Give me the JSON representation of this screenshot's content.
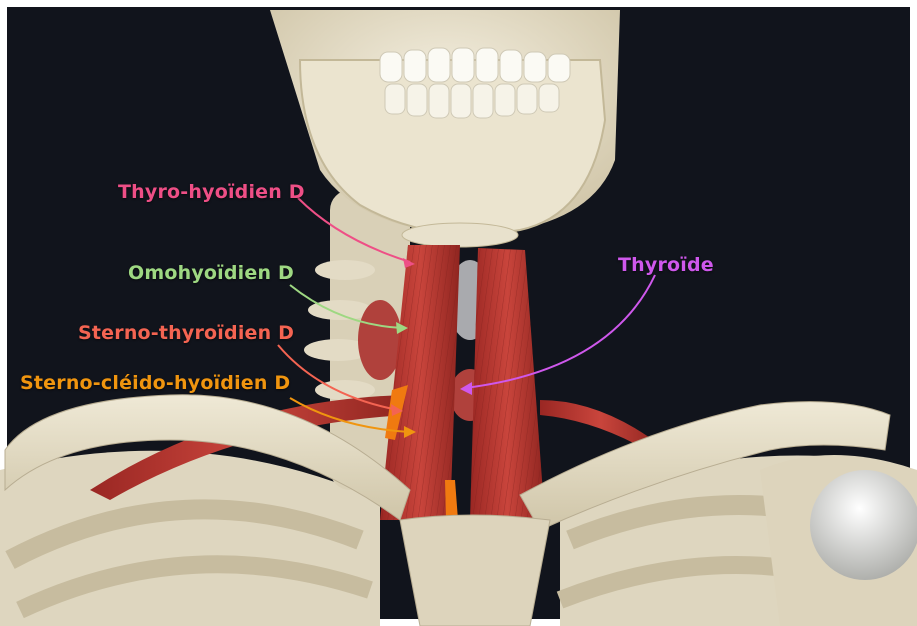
{
  "labels": {
    "thyro_hyoid": {
      "text": "Thyro-hyoïdien D",
      "color": "#ee4f86"
    },
    "omohyoid": {
      "text": "Omohyoïdien D",
      "color": "#9ed882"
    },
    "sternothyroid": {
      "text": "Sterno-thyroïdien D",
      "color": "#f46452"
    },
    "sternohyoid": {
      "text": "Sterno-cléido-hyoïdien D",
      "color": "#f0950f"
    },
    "thyroid": {
      "text": "Thyroïde",
      "color": "#cf58ec"
    }
  },
  "colors": {
    "background": "#11141c",
    "bone": "#e6e0cc",
    "bone_shadow": "#b8ad92",
    "muscle": "#b8352f",
    "muscle_dark": "#8c2320",
    "thyroid_gland": "#b0413c",
    "sternohyoid_accent": "#f07a10"
  }
}
